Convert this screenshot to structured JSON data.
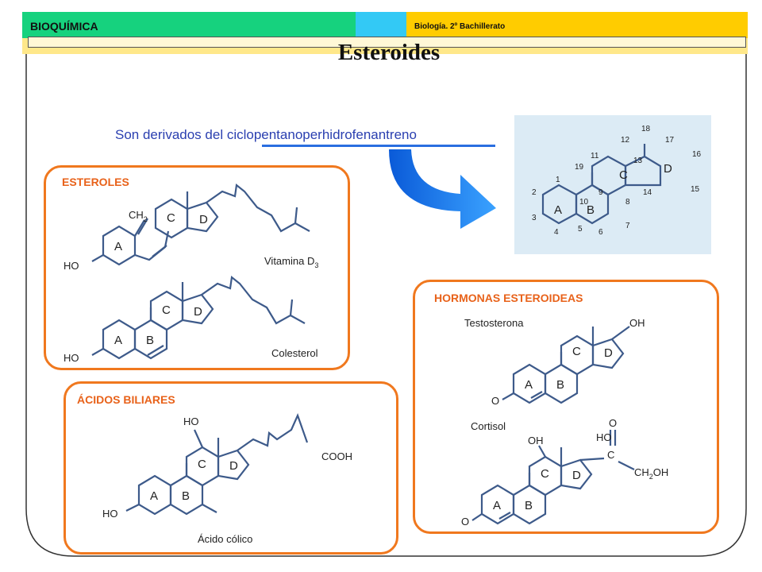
{
  "header": {
    "left_label": "BIOQUÍMICA",
    "right_label": "Biología. 2º Bachillerato",
    "colors": {
      "left": "#16d27e",
      "middle": "#33c9f5",
      "right": "#ffcc00"
    }
  },
  "title": "Esteroides",
  "subtitle": "Son derivados del ciclopentanoperhidrofenantreno",
  "core_structure": {
    "rings": [
      "A",
      "B",
      "C",
      "D"
    ],
    "numbers": [
      "1",
      "2",
      "3",
      "4",
      "5",
      "6",
      "7",
      "8",
      "9",
      "10",
      "11",
      "12",
      "13",
      "14",
      "15",
      "16",
      "17",
      "18",
      "19"
    ]
  },
  "esteroles": {
    "label": "ESTEROLES",
    "vitamin_d3": {
      "name": "Vitamina D",
      "sub": "3",
      "ch2": "CH",
      "ch2_sub": "2",
      "ho": "HO",
      "rings": [
        "A",
        "C",
        "D"
      ]
    },
    "colesterol": {
      "name": "Colesterol",
      "ho": "HO",
      "rings": [
        "A",
        "B",
        "C",
        "D"
      ]
    }
  },
  "acidos_biliares": {
    "label": "ÁCIDOS BILIARES",
    "acido_colico": {
      "name": "Ácido cólico",
      "ho1": "HO",
      "ho2": "HO",
      "cooh": "COOH",
      "rings": [
        "A",
        "B",
        "C",
        "D"
      ]
    }
  },
  "hormonas": {
    "label": "HORMONAS ESTEROIDEAS",
    "testosterona": {
      "name": "Testosterona",
      "oh": "OH",
      "o": "O",
      "rings": [
        "A",
        "B",
        "C",
        "D"
      ]
    },
    "cortisol": {
      "name": "Cortisol",
      "oh": "OH",
      "ho": "HO",
      "o_top": "O",
      "c": "C",
      "ch2oh": "CH",
      "ch2oh_sub": "2",
      "ch2oh_tail": "OH",
      "o": "O",
      "rings": [
        "A",
        "B",
        "C",
        "D"
      ]
    }
  },
  "colors": {
    "accent_orange": "#f0781e",
    "subtitle_blue": "#2a3fb0",
    "arrow_blue": "#1a7af0",
    "bond_color": "#3d5a8a"
  }
}
